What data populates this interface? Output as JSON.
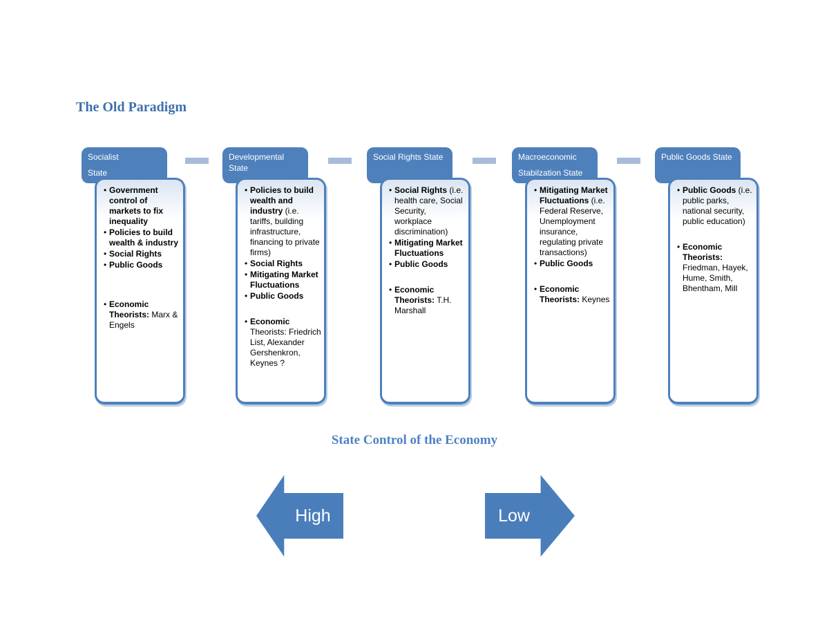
{
  "page": {
    "title": "The Old Paradigm",
    "subtitle": "State Control of the Economy"
  },
  "colors": {
    "accent": "#4E80BC",
    "arrow": "#4A7EBB",
    "connector": "#A9BBD9",
    "title": "#3F6FAE",
    "subtitle": "#4E81C2",
    "box_gradient_top": "#DBE5F1"
  },
  "arrows": {
    "left_label": "High",
    "right_label": "Low"
  },
  "columns": [
    {
      "name": "socialist-state",
      "header_lines": [
        "Socialist",
        "State"
      ],
      "header_spaced": true,
      "bullets": [
        {
          "gap": 0,
          "runs": [
            {
              "t": "Government control of markets to fix inequality",
              "b": true
            }
          ]
        },
        {
          "gap": 0,
          "runs": [
            {
              "t": "Policies to build wealth & industry",
              "b": true
            }
          ]
        },
        {
          "gap": 0,
          "runs": [
            {
              "t": "Social Rights",
              "b": true
            }
          ]
        },
        {
          "gap": 0,
          "runs": [
            {
              "t": "Public Goods",
              "b": true
            }
          ]
        },
        {
          "gap": 2,
          "runs": [
            {
              "t": "Economic Theorists:",
              "b": true
            },
            {
              "t": " Marx & Engels",
              "b": false
            }
          ]
        }
      ]
    },
    {
      "name": "developmental-state",
      "header_lines": [
        "Developmental",
        "State"
      ],
      "header_spaced": false,
      "bullets": [
        {
          "gap": 0,
          "runs": [
            {
              "t": "Policies to build wealth and industry",
              "b": true
            },
            {
              "t": " (i.e. tariffs, building infrastructure, financing to private firms)",
              "b": false
            }
          ]
        },
        {
          "gap": 0,
          "runs": [
            {
              "t": "Social Rights",
              "b": true
            }
          ]
        },
        {
          "gap": 0,
          "runs": [
            {
              "t": "Mitigating Market Fluctuations",
              "b": true
            }
          ]
        },
        {
          "gap": 0,
          "runs": [
            {
              "t": "Public Goods",
              "b": true
            }
          ]
        },
        {
          "gap": 1,
          "runs": [
            {
              "t": "Economic",
              "b": true
            },
            {
              "t": " Theorists: Friedrich List, Alexander Gershenkron, Keynes ?",
              "b": false
            }
          ]
        }
      ]
    },
    {
      "name": "social-rights-state",
      "header_lines": [
        "Social Rights State"
      ],
      "header_spaced": false,
      "bullets": [
        {
          "gap": 0,
          "runs": [
            {
              "t": "Social Rights",
              "b": true
            },
            {
              "t": " (i.e. health care, Social Security, workplace discrimination)",
              "b": false
            }
          ]
        },
        {
          "gap": 0,
          "runs": [
            {
              "t": "Mitigating Market Fluctuations",
              "b": true
            }
          ]
        },
        {
          "gap": 0,
          "runs": [
            {
              "t": "Public Goods",
              "b": true
            }
          ]
        },
        {
          "gap": 1,
          "runs": [
            {
              "t": "Economic Theorists:",
              "b": true
            },
            {
              "t": " T.H. Marshall",
              "b": false
            }
          ]
        }
      ]
    },
    {
      "name": "macroeconomic-stabilization-state",
      "header_lines": [
        "Macroeconomic",
        "Stabilzation State"
      ],
      "header_spaced": true,
      "bullets": [
        {
          "gap": 0,
          "runs": [
            {
              "t": "Mitigating Market Fluctuations",
              "b": true
            },
            {
              "t": " (i.e. Federal Reserve, Unemployment insurance, regulating private transactions)",
              "b": false
            }
          ]
        },
        {
          "gap": 0,
          "runs": [
            {
              "t": "Public Goods",
              "b": true
            }
          ]
        },
        {
          "gap": 1,
          "runs": [
            {
              "t": "Economic Theorists:",
              "b": true
            },
            {
              "t": " Keynes",
              "b": false
            }
          ]
        }
      ]
    },
    {
      "name": "public-goods-state",
      "header_lines": [
        "Public Goods State"
      ],
      "header_spaced": false,
      "bullets": [
        {
          "gap": 0,
          "runs": [
            {
              "t": "Public Goods",
              "b": true
            },
            {
              "t": " (i.e. public parks, national security, public education)",
              "b": false
            }
          ]
        },
        {
          "gap": 1,
          "runs": [
            {
              "t": "Economic Theorists:",
              "b": true
            },
            {
              "t": " Friedman, Hayek, Hume, Smith, Bhentham, Mill",
              "b": false
            }
          ]
        }
      ]
    }
  ]
}
